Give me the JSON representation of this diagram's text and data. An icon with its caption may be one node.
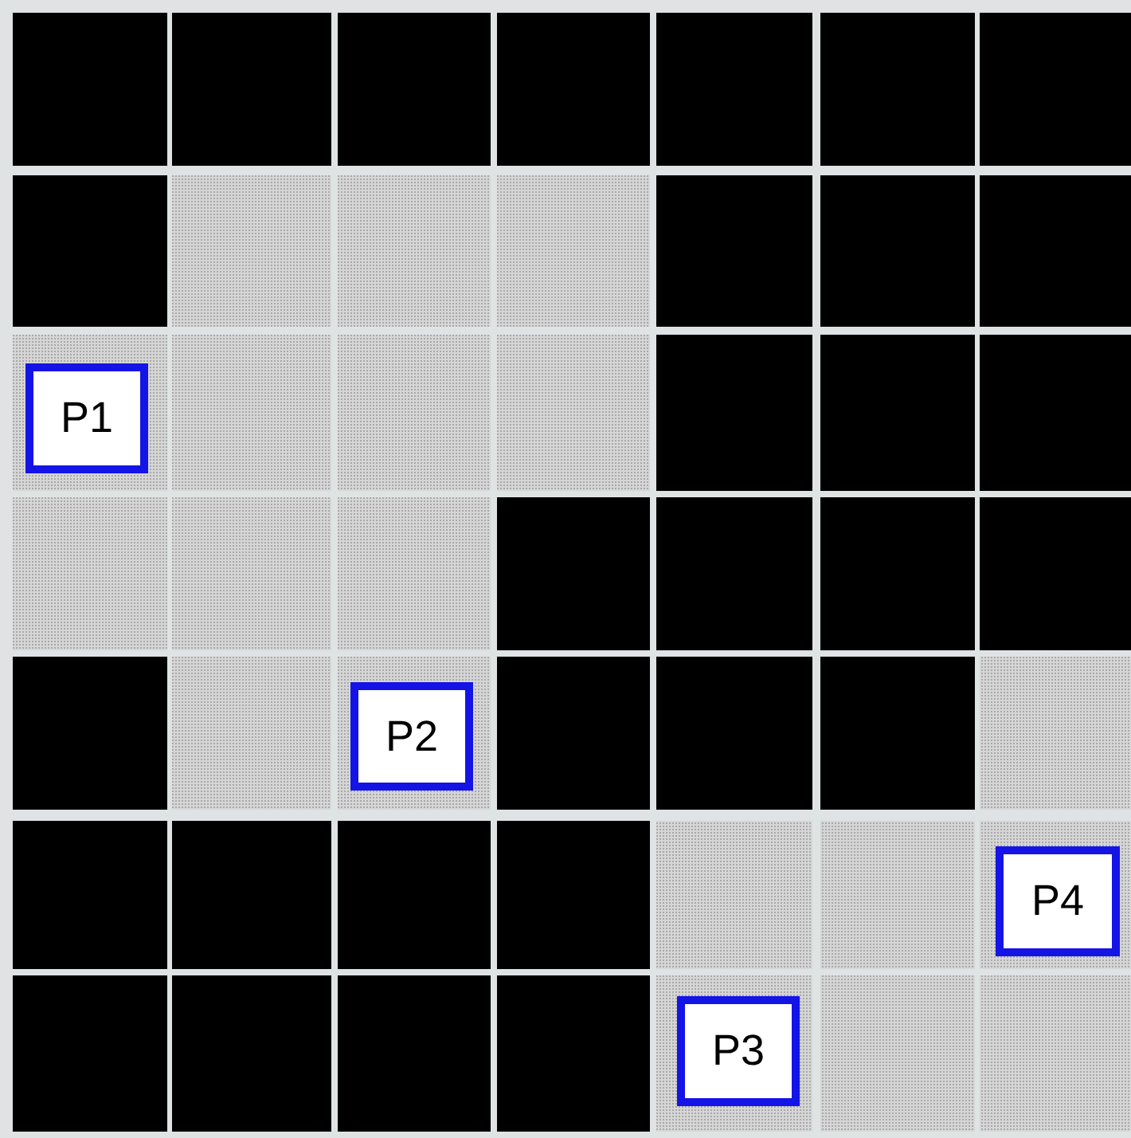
{
  "diagram": {
    "nodes": [
      {
        "text": [
          "P1"
        ]
      },
      {
        "text": [
          "P2"
        ]
      },
      {
        "text": [
          "P4"
        ]
      },
      {
        "text": [
          "P3"
        ]
      }
    ]
  }
}
